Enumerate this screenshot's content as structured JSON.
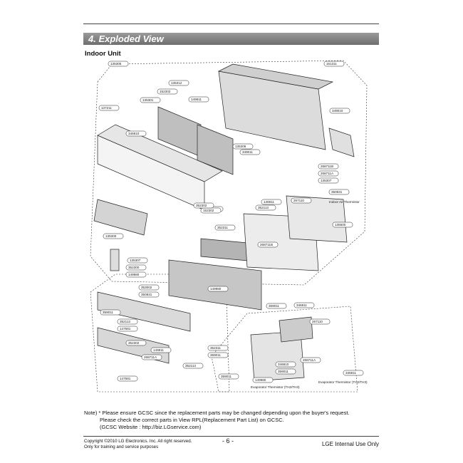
{
  "header": {
    "section_title": "4. Exploded View",
    "subtitle": "Indoor Unit"
  },
  "part_labels": [
    "135305",
    "151311",
    "137211",
    "346810",
    "135301",
    "152302",
    "149811",
    "135312",
    "349010",
    "152303",
    "349011",
    "135500",
    "352113",
    "268711B",
    "268711A",
    "152302",
    "135300",
    "352311",
    "135307",
    "352300",
    "149980",
    "353002",
    "350831",
    "346811",
    "359011",
    "267110",
    "146811",
    "359011",
    "352113",
    "149980",
    "149811",
    "352311",
    "359011",
    "352113",
    "359011",
    "346810",
    "359011",
    "149980",
    "346811",
    "268711B",
    "352302",
    "268711A",
    "135306",
    "135307",
    "267110",
    "268711A",
    "350831",
    "147581",
    "352302",
    "147581"
  ],
  "diagram_text": {
    "thermistor_1": "Indoor Air\nThermistor",
    "evap_thermistor_1": "Evaporator\nThermistor (TH2/TH3)",
    "evap_thermistor_2": "Evaporator\nThermistor (TH2/TH3)"
  },
  "notes": {
    "line1": "Note) * Please ensure GCSC since the replacement parts may be changed depending upon the buyer's request.",
    "line2": "Please check the correct parts in View RPL(Replacement Part List) on GCSC.",
    "line3": "(GCSC Website : http://biz.LGservice.com)"
  },
  "footer": {
    "copyright": "Copyright ©2010 LG Electronics. Inc. All right reserved.",
    "training": "Only for training and service purposes",
    "page": "- 6 -",
    "internal": "LGE Internal Use Only"
  }
}
